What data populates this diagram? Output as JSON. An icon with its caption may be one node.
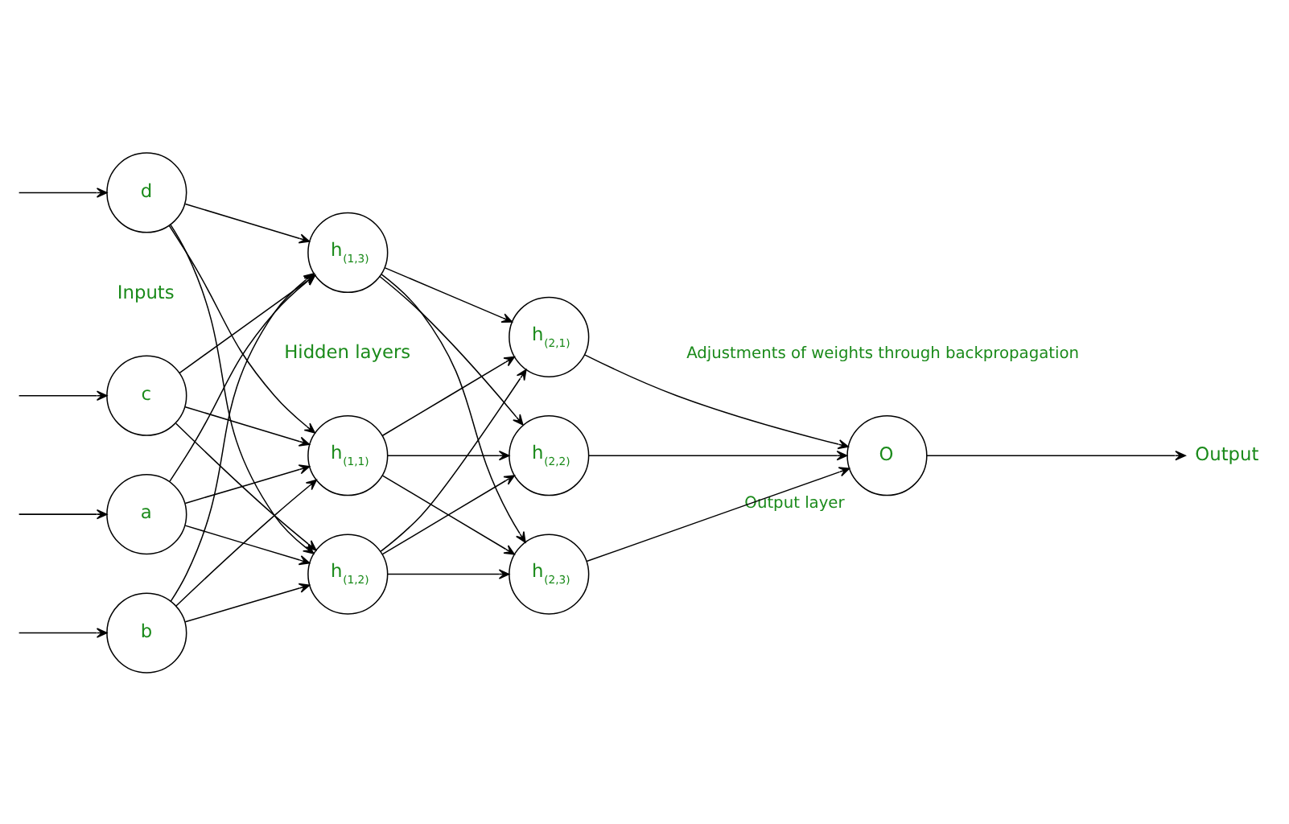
{
  "diagram": {
    "nodes": [
      {
        "text": [
          "a"
        ]
      },
      {
        "text": [
          "b"
        ]
      },
      {
        "text": [
          "c"
        ]
      },
      {
        "text": [
          "d"
        ]
      },
      {
        "text": [
          "h$_{(1,1)}$"
        ]
      },
      {
        "text": [
          "h$_{(1,2)}$"
        ]
      },
      {
        "text": [
          "h$_{(1,3)}$"
        ]
      },
      {
        "text": [
          "h$_{(2,1)}$"
        ]
      },
      {
        "text": [
          "h$_{(2,2)}$"
        ]
      },
      {
        "text": [
          "h$_{(2,3)}$"
        ]
      },
      {
        "text": [
          "O"
        ],
        "beside": [
          "Output layer"
        ]
      },
      {
        "text": [
          "Output"
        ]
      }
    ],
    "edges": [
      {
        "from": null,
        "to": 0,
        "arrow": "to"
      },
      {
        "from": null,
        "to": 1,
        "arrow": "to"
      },
      {
        "from": null,
        "to": 2,
        "arrow": "to"
      },
      {
        "from": null,
        "to": 3,
        "arrow": "to"
      },
      {
        "from": 0,
        "to": 4,
        "arrow": "to"
      },
      {
        "from": 0,
        "to": 5,
        "arrow": "to"
      },
      {
        "from": 0,
        "to": 6,
        "arrow": "to"
      },
      {
        "from": 1,
        "to": 4,
        "arrow": "to"
      },
      {
        "from": 1,
        "to": 5,
        "arrow": "to"
      },
      {
        "from": 1,
        "to": 6,
        "arrow": "to"
      },
      {
        "from": 2,
        "to": 4,
        "arrow": "to"
      },
      {
        "from": 2,
        "to": 5,
        "arrow": "to"
      },
      {
        "from": 2,
        "to": 6,
        "arrow": "to"
      },
      {
        "from": 3,
        "to": 4,
        "arrow": "to"
      },
      {
        "from": 3,
        "to": 5,
        "arrow": "to"
      },
      {
        "from": 3,
        "to": 6,
        "arrow": "to"
      },
      {
        "from": 4,
        "to": 7,
        "arrow": "to"
      },
      {
        "from": 4,
        "to": 8,
        "arrow": "to"
      },
      {
        "from": 4,
        "to": 9,
        "arrow": "to"
      },
      {
        "from": 5,
        "to": 7,
        "arrow": "to"
      },
      {
        "from": 5,
        "to": 8,
        "arrow": "to"
      },
      {
        "from": 5,
        "to": 9,
        "arrow": "to"
      },
      {
        "from": 6,
        "to": 7,
        "arrow": "to"
      },
      {
        "from": 6,
        "to": 8,
        "arrow": "to"
      },
      {
        "from": 6,
        "to": 9,
        "arrow": "to"
      },
      {
        "from": 7,
        "to": 10,
        "arrow": "to"
      },
      {
        "from": 8,
        "to": 10,
        "arrow": "to"
      },
      {
        "from": 9,
        "to": 10,
        "arrow": "to"
      },
      {
        "from": 10,
        "to": 11,
        "arrow": "to"
      }
    ],
    "labels": [
      "Adjustments of weights through backpropagation",
      "Inputs",
      "Hidden layers"
    ]
  }
}
